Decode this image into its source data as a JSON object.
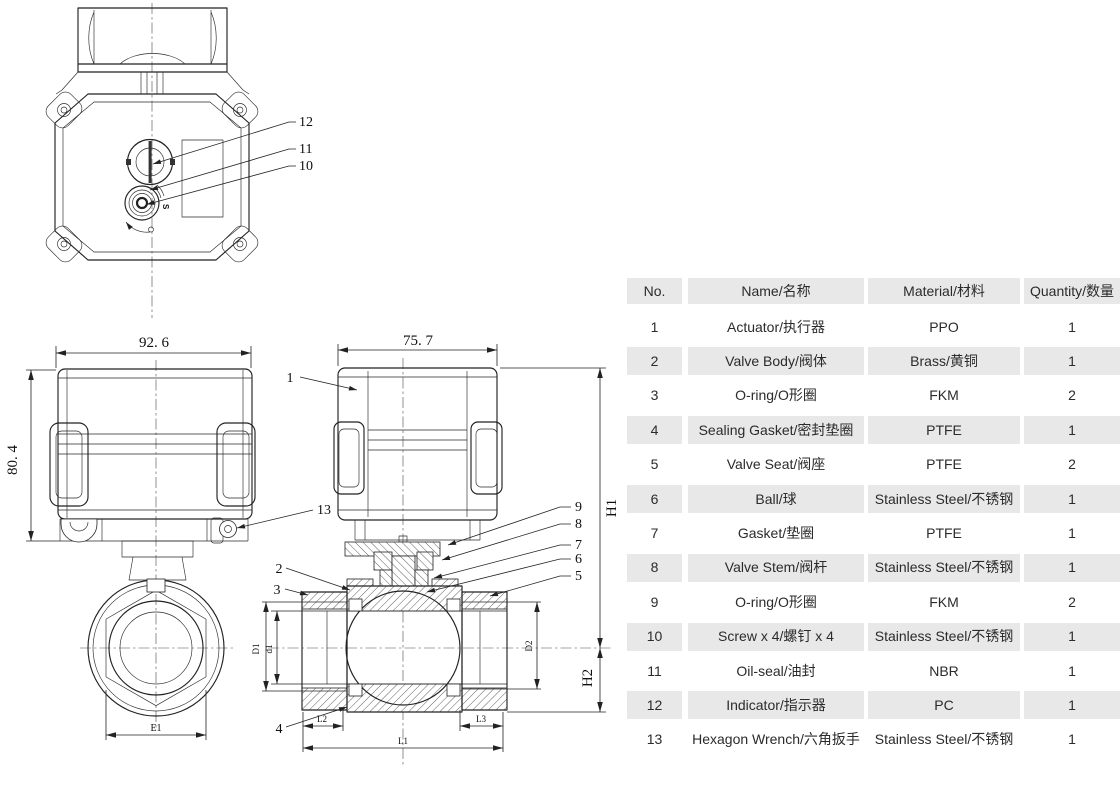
{
  "colors": {
    "alt_row": "#e8e8e8",
    "line": "#222222",
    "text": "#2b2b2b"
  },
  "table": {
    "headers": [
      "No.",
      "Name/名称",
      "Material/材料",
      "Quantity/数量"
    ],
    "rows": [
      [
        "1",
        "Actuator/执行器",
        "PPO",
        "1"
      ],
      [
        "2",
        "Valve Body/阀体",
        "Brass/黄铜",
        "1"
      ],
      [
        "3",
        "O-ring/O形圈",
        "FKM",
        "2"
      ],
      [
        "4",
        "Sealing Gasket/密封垫圈",
        "PTFE",
        "1"
      ],
      [
        "5",
        "Valve Seat/阀座",
        "PTFE",
        "2"
      ],
      [
        "6",
        "Ball/球",
        "Stainless Steel/不锈钢",
        "1"
      ],
      [
        "7",
        "Gasket/垫圈",
        "PTFE",
        "1"
      ],
      [
        "8",
        "Valve Stem/阀杆",
        "Stainless Steel/不锈钢",
        "1"
      ],
      [
        "9",
        "O-ring/O形圈",
        "FKM",
        "2"
      ],
      [
        "10",
        "Screw x 4/螺钉 x 4",
        "Stainless Steel/不锈钢",
        "1"
      ],
      [
        "11",
        "Oil-seal/油封",
        "NBR",
        "1"
      ],
      [
        "12",
        "Indicator/指示器",
        "PC",
        "1"
      ],
      [
        "13",
        "Hexagon Wrench/六角扳手",
        "Stainless Steel/不锈钢",
        "1"
      ]
    ]
  },
  "drawing": {
    "dims": {
      "front_width": "92. 6",
      "front_height": "80. 4",
      "section_width": "75. 7",
      "e1": "E1",
      "h1": "H1",
      "h2": "H2",
      "d1_outer": "D1",
      "d1_inner": "d1",
      "d2": "D2",
      "l1": "L1",
      "l2": "L2",
      "l3": "L3"
    },
    "callouts": {
      "c1": "1",
      "c2": "2",
      "c3": "3",
      "c4": "4",
      "c5": "5",
      "c6": "6",
      "c7": "7",
      "c8": "8",
      "c9": "9",
      "c10": "10",
      "c11": "11",
      "c12": "12",
      "c13": "13"
    },
    "override_label": "S"
  }
}
